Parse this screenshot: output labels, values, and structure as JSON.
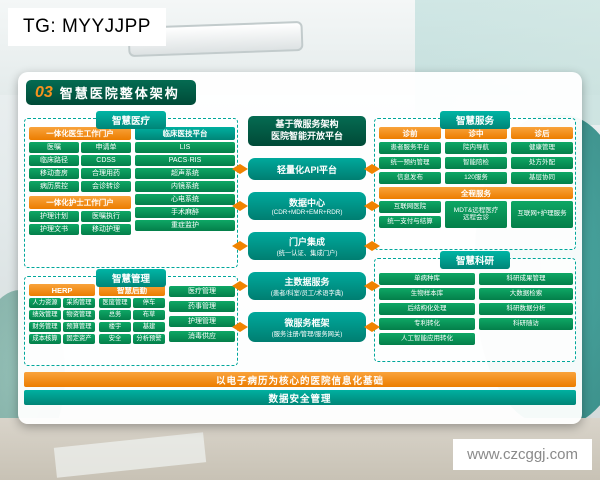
{
  "overlay": {
    "tg": "TG: MYYJJPP",
    "watermark": "www.czcggj.com"
  },
  "title": {
    "number": "03",
    "text": "智慧医院整体架构"
  },
  "colors": {
    "teal": "#00958b",
    "dark_green": "#005a45",
    "orange": "#f08300",
    "item_green": "#089a58"
  },
  "platform": {
    "header_line1": "基于微服务架构",
    "header_line2": "医院智能开放平台",
    "boxes": [
      {
        "title": "轻量化API平台",
        "subtitle": ""
      },
      {
        "title": "数据中心",
        "subtitle": "(CDR+MDR+EMR+RDR)"
      },
      {
        "title": "门户集成",
        "subtitle": "(统一认证、集成门户)"
      },
      {
        "title": "主数据服务",
        "subtitle": "(患者/科室/员工/术语字典)"
      },
      {
        "title": "微服务框架",
        "subtitle": "(服务注册/管理/服务网关)"
      }
    ]
  },
  "smart_medical": {
    "label": "智慧医疗",
    "doctor_portal": {
      "label": "一体化医生工作门户",
      "items": [
        "医嘱",
        "申请单",
        "临床路径",
        "CDSS",
        "移动查房",
        "合理用药",
        "病历质控",
        "会诊转诊"
      ]
    },
    "nurse_portal": {
      "label": "一体化护士工作门户",
      "items": [
        "护理计划",
        "医嘱执行",
        "护理文书",
        "移动护理"
      ]
    },
    "clinical": {
      "label": "临床医技平台",
      "items": [
        "LIS",
        "PACS·RIS",
        "超声系统",
        "内镜系统",
        "心电系统",
        "手术麻醉",
        "重症监护"
      ]
    }
  },
  "smart_management": {
    "label": "智慧管理",
    "herp": {
      "label": "HERP",
      "items": [
        "人力资源",
        "采购管理",
        "绩效管理",
        "物资管理",
        "财务管理",
        "预算管理",
        "成本核算",
        "固定资产"
      ]
    },
    "logistics": {
      "label": "智慧后勤",
      "items": [
        "医废管理",
        "停车",
        "总务",
        "布草",
        "楼宇",
        "基建",
        "安全",
        "分析预警"
      ]
    },
    "ops": {
      "items": [
        "医疗管理",
        "药事管理",
        "护理管理",
        "消毒供应"
      ]
    }
  },
  "smart_service": {
    "label": "智慧服务",
    "pre": {
      "label": "诊前",
      "items": [
        "患者服务平台",
        "统一预约管理",
        "信息发布"
      ]
    },
    "mid": {
      "label": "诊中",
      "items": [
        "院内导航",
        "智能陪检",
        "120服务"
      ]
    },
    "post": {
      "label": "诊后",
      "items": [
        "健康管理",
        "处方外配",
        "基层协同"
      ]
    },
    "whole": {
      "label": "全程服务",
      "internet_hospital": "互联网医院",
      "payment": "统一支付与结算",
      "mdt_line1": "MDT&远程医疗",
      "mdt_line2": "远程会诊",
      "nursing": "互联网+护理服务"
    }
  },
  "smart_research": {
    "label": "智慧科研",
    "left": [
      "单病种库",
      "生物样本库",
      "后结构化处理",
      "专利转化",
      "人工智能应用转化"
    ],
    "right": [
      "科研成果管理",
      "大数据检索",
      "科研数据分析",
      "科研随访"
    ]
  },
  "footer": {
    "orange": "以电子病历为核心的医院信息化基础",
    "green": "数据安全管理"
  }
}
